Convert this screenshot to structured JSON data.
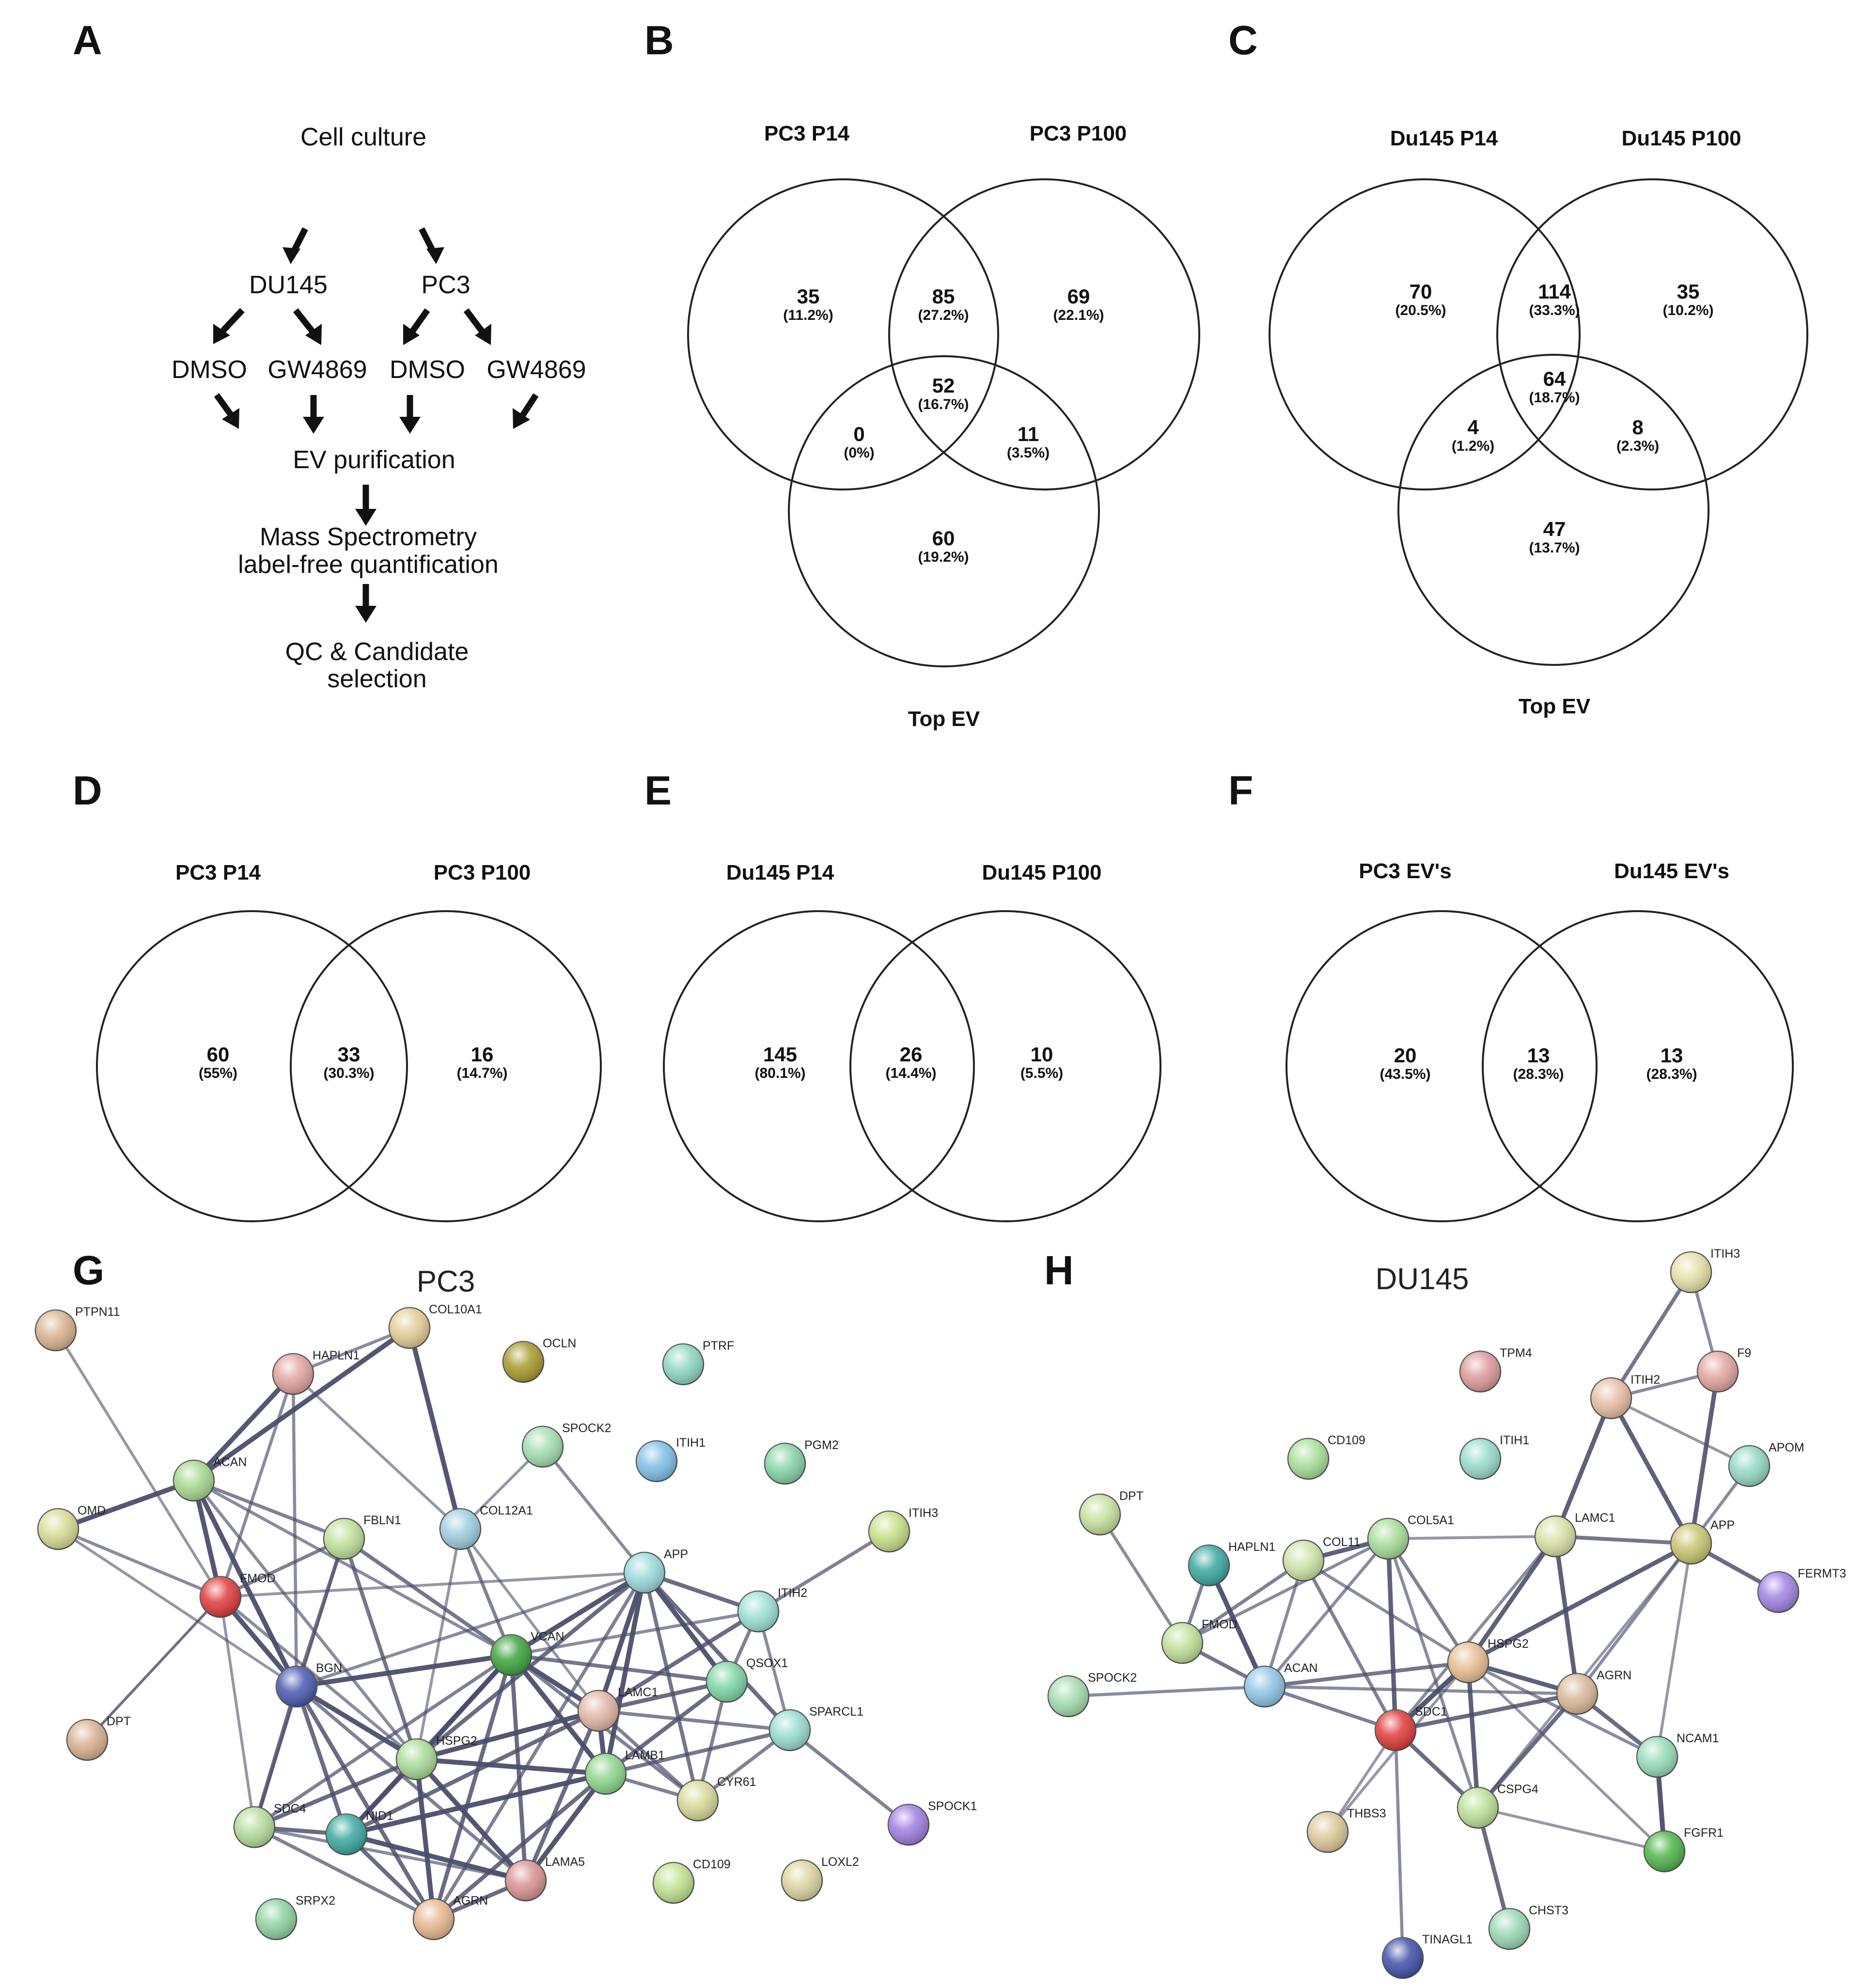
{
  "panels": {
    "A": "A",
    "B": "B",
    "C": "C",
    "D": "D",
    "E": "E",
    "F": "F",
    "G": "G",
    "H": "H"
  },
  "flowchart": {
    "cell_culture": "Cell culture",
    "du145": "DU145",
    "pc3": "PC3",
    "dmso_1": "DMSO",
    "gw4869_1": "GW4869",
    "dmso_2": "DMSO",
    "gw4869_2": "GW4869",
    "ev_purification": "EV purification",
    "mass_spec_line1": "Mass Spectrometry",
    "mass_spec_line2": "label-free quantification",
    "qc_line1": "QC & Candidate",
    "qc_line2": "selection"
  },
  "venn_B": {
    "set1": "PC3 P14",
    "set2": "PC3 P100",
    "set3": "Top EV",
    "regions": {
      "only1": {
        "count": "35",
        "pct": "(11.2%)"
      },
      "s12": {
        "count": "85",
        "pct": "(27.2%)"
      },
      "only2": {
        "count": "69",
        "pct": "(22.1%)"
      },
      "s123": {
        "count": "52",
        "pct": "(16.7%)"
      },
      "s13": {
        "count": "0",
        "pct": "(0%)"
      },
      "s23": {
        "count": "11",
        "pct": "(3.5%)"
      },
      "only3": {
        "count": "60",
        "pct": "(19.2%)"
      }
    }
  },
  "venn_C": {
    "set1": "Du145 P14",
    "set2": "Du145 P100",
    "set3": "Top EV",
    "regions": {
      "only1": {
        "count": "70",
        "pct": "(20.5%)"
      },
      "s12": {
        "count": "114",
        "pct": "(33.3%)"
      },
      "only2": {
        "count": "35",
        "pct": "(10.2%)"
      },
      "s123": {
        "count": "64",
        "pct": "(18.7%)"
      },
      "s13": {
        "count": "4",
        "pct": "(1.2%)"
      },
      "s23": {
        "count": "8",
        "pct": "(2.3%)"
      },
      "only3": {
        "count": "47",
        "pct": "(13.7%)"
      }
    }
  },
  "venn_D": {
    "set1": "PC3 P14",
    "set2": "PC3 P100",
    "regions": {
      "left": {
        "count": "60",
        "pct": "(55%)"
      },
      "mid": {
        "count": "33",
        "pct": "(30.3%)"
      },
      "right": {
        "count": "16",
        "pct": "(14.7%)"
      }
    }
  },
  "venn_E": {
    "set1": "Du145 P14",
    "set2": "Du145 P100",
    "regions": {
      "left": {
        "count": "145",
        "pct": "(80.1%)"
      },
      "mid": {
        "count": "26",
        "pct": "(14.4%)"
      },
      "right": {
        "count": "10",
        "pct": "(5.5%)"
      }
    }
  },
  "venn_F": {
    "set1": "PC3 EV's",
    "set2": "Du145 EV's",
    "regions": {
      "left": {
        "count": "20",
        "pct": "(43.5%)"
      },
      "mid": {
        "count": "13",
        "pct": "(28.3%)"
      },
      "right": {
        "count": "13",
        "pct": "(28.3%)"
      }
    }
  },
  "network_G": {
    "title": "PC3",
    "nodes": [
      {
        "id": "PTPN11",
        "color": "#d9b48e"
      },
      {
        "id": "COL10A1",
        "color": "#e3cc96"
      },
      {
        "id": "HAPLN1",
        "color": "#e2a3a0"
      },
      {
        "id": "OCLN",
        "color": "#a89a2a"
      },
      {
        "id": "PTRF",
        "color": "#8fd6c2"
      },
      {
        "id": "SPOCK2",
        "color": "#a3ddb0"
      },
      {
        "id": "ITIH1",
        "color": "#7fbfe6"
      },
      {
        "id": "PGM2",
        "color": "#86d4a8"
      },
      {
        "id": "ACAN",
        "color": "#a8d890"
      },
      {
        "id": "OMD",
        "color": "#d8dc95"
      },
      {
        "id": "FBLN1",
        "color": "#bfe09a"
      },
      {
        "id": "COL12A1",
        "color": "#9fcde0"
      },
      {
        "id": "ITIH3",
        "color": "#c8df88"
      },
      {
        "id": "APP",
        "color": "#9ad9dc"
      },
      {
        "id": "FMOD",
        "color": "#e03a3a"
      },
      {
        "id": "ITIH2",
        "color": "#9ce0d6"
      },
      {
        "id": "VCAN",
        "color": "#3da33d"
      },
      {
        "id": "QSOX1",
        "color": "#7dd6a6"
      },
      {
        "id": "BGN",
        "color": "#4a58b0"
      },
      {
        "id": "LAMC1",
        "color": "#e2b5a5"
      },
      {
        "id": "SPARCL1",
        "color": "#9adcd0"
      },
      {
        "id": "DPT",
        "color": "#d9b090"
      },
      {
        "id": "HSPG2",
        "color": "#a8db96"
      },
      {
        "id": "LAMB1",
        "color": "#8cd68a"
      },
      {
        "id": "CYR61",
        "color": "#d8da98"
      },
      {
        "id": "SPOCK1",
        "color": "#a07ee0"
      },
      {
        "id": "SDC4",
        "color": "#b5dc9c"
      },
      {
        "id": "NID1",
        "color": "#3aa8a0"
      },
      {
        "id": "LAMA5",
        "color": "#d99292"
      },
      {
        "id": "CD109",
        "color": "#bfe38f"
      },
      {
        "id": "LOXL2",
        "color": "#ded4a0"
      },
      {
        "id": "SRPX2",
        "color": "#8ed3a0"
      },
      {
        "id": "AGRN",
        "color": "#e8b890"
      }
    ]
  },
  "network_H": {
    "title": "DU145",
    "nodes": [
      {
        "id": "ITIH3",
        "color": "#e6e0a8"
      },
      {
        "id": "TPM4",
        "color": "#df9a9a"
      },
      {
        "id": "F9",
        "color": "#e3a5a0"
      },
      {
        "id": "ITIH2",
        "color": "#e6bda2"
      },
      {
        "id": "CD109",
        "color": "#a8df98"
      },
      {
        "id": "ITIH1",
        "color": "#98dccc"
      },
      {
        "id": "APOM",
        "color": "#93d8c4"
      },
      {
        "id": "DPT",
        "color": "#c8e0a0"
      },
      {
        "id": "HAPLN1",
        "color": "#3aa8a0"
      },
      {
        "id": "COL11",
        "color": "#d0e3a8"
      },
      {
        "id": "COL5A1",
        "color": "#a8dc98"
      },
      {
        "id": "LAMC1",
        "color": "#d9e0a5"
      },
      {
        "id": "APP",
        "color": "#c9c470"
      },
      {
        "id": "FERMT3",
        "color": "#a082e2"
      },
      {
        "id": "FMOD",
        "color": "#bfe09a"
      },
      {
        "id": "SPOCK2",
        "color": "#a3ddb0"
      },
      {
        "id": "ACAN",
        "color": "#8fc4e6"
      },
      {
        "id": "HSPG2",
        "color": "#e9bd92"
      },
      {
        "id": "AGRN",
        "color": "#d9b898"
      },
      {
        "id": "SDC1",
        "color": "#e03a3a"
      },
      {
        "id": "NCAM1",
        "color": "#96dcb8"
      },
      {
        "id": "THBS3",
        "color": "#dcc89a"
      },
      {
        "id": "CSPG4",
        "color": "#bce09a"
      },
      {
        "id": "FGFR1",
        "color": "#4fb54a"
      },
      {
        "id": "CHST3",
        "color": "#9ad8b6"
      },
      {
        "id": "TINAGL1",
        "color": "#4250a8"
      }
    ]
  }
}
